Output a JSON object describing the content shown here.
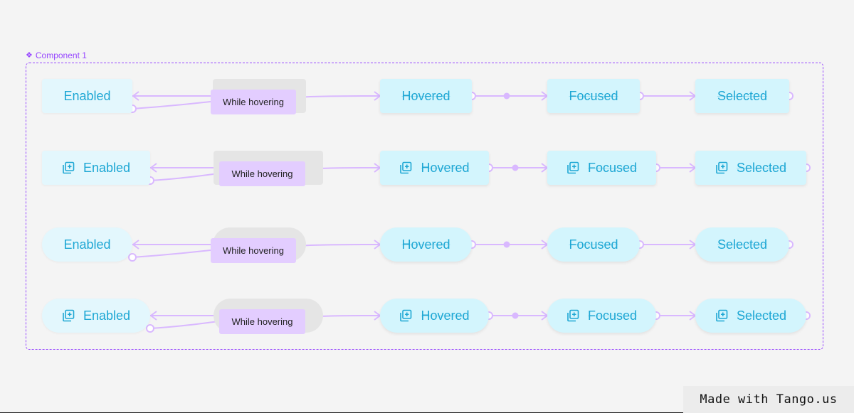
{
  "component": {
    "label": "Component 1",
    "icon": "component-icon",
    "color": "#9747ff"
  },
  "trigger_label": "While hovering",
  "rows": [
    {
      "shape": "square",
      "has_icon": false,
      "states": [
        "Enabled",
        "Hovered",
        "Focused",
        "Selected"
      ]
    },
    {
      "shape": "square",
      "has_icon": true,
      "states": [
        "Enabled",
        "Hovered",
        "Focused",
        "Selected"
      ]
    },
    {
      "shape": "pill",
      "has_icon": false,
      "states": [
        "Enabled",
        "Hovered",
        "Focused",
        "Selected"
      ]
    },
    {
      "shape": "pill",
      "has_icon": true,
      "states": [
        "Enabled",
        "Hovered",
        "Focused",
        "Selected"
      ]
    }
  ],
  "colors": {
    "chip_bg": "#d3f5fd",
    "chip_text": "#1ea7d4",
    "trigger_bg": "#e3cdff",
    "connector": "#d9b8ff"
  },
  "watermark": "Made with Tango.us"
}
